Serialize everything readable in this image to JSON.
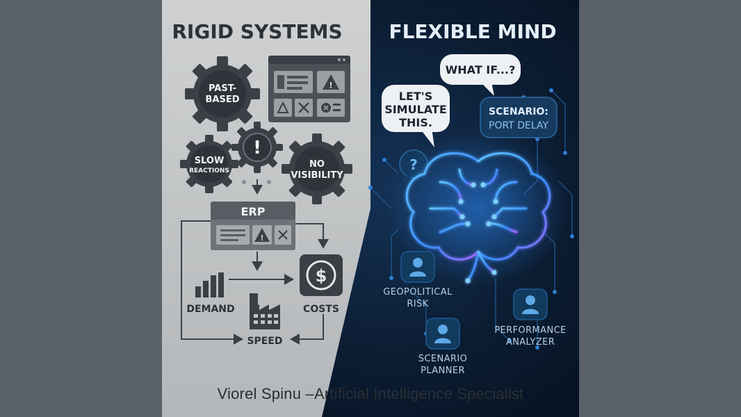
{
  "left_panel": {
    "title": "RIGID SYSTEMS",
    "gears": [
      {
        "lines": [
          "PAST-",
          "BASED"
        ]
      },
      {
        "lines": [
          "SLOW",
          "REACTIONS"
        ]
      },
      {
        "lines": [
          "!"
        ]
      },
      {
        "lines": [
          "NO",
          "VISIBILITY"
        ]
      }
    ],
    "erp_label": "ERP",
    "demand_label": "DEMAND",
    "costs_label": "COSTS",
    "speed_label": "SPEED",
    "dollar_symbol": "$"
  },
  "right_panel": {
    "title": "FLEXIBLE MIND",
    "bubble_whatif": "WHAT IF...?",
    "bubble_simulate": [
      "LET'S",
      "SIMULATE",
      "THIS."
    ],
    "scenario_box": [
      "SCENARIO:",
      "PORT DELAY"
    ],
    "question_mark": "?",
    "agents": [
      {
        "lines": [
          "GEOPOLITICAL",
          "RISK"
        ]
      },
      {
        "lines": [
          "SCENARIO",
          "PLANNER"
        ]
      },
      {
        "lines": [
          "PERFORMANCE",
          "ANALYZER"
        ]
      }
    ]
  },
  "caption": {
    "name": "Viorel Spinu",
    "separator": " –",
    "role": "Artificial Intelligence Specialist"
  },
  "colors": {
    "outer_bg": "#5b6168",
    "left_bg": "#c9cbcc",
    "right_bg": "#0b1a2c",
    "gear": "#3b4047",
    "glow": "#3aa3ff",
    "purple": "#9a5cff"
  }
}
